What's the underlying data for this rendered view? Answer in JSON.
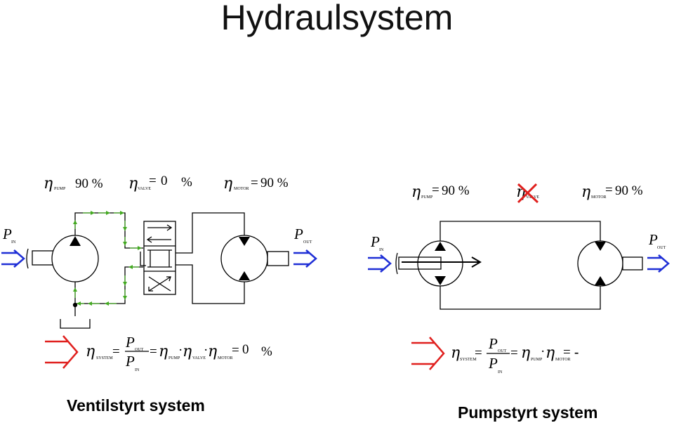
{
  "title": "Hydraulsystem",
  "captions": {
    "left": "Ventilstyrt system",
    "right": "Pumpstyrt system"
  },
  "eta_symbol": "η",
  "p_symbol": "P",
  "left": {
    "pump_sub": "PUMP",
    "pump_value": "90 %",
    "valve_sub": "VALVE",
    "valve_value": "0",
    "valve_percent": "%",
    "motor_sub": "MOTOR",
    "motor_value": "90 %",
    "p_in_sub": "IN",
    "p_out_sub": "OUT",
    "system_sub": "SYSTEM",
    "formula_out_sub": "OUT",
    "formula_in_sub": "IN",
    "formula_pump_sub": "PUMP",
    "formula_valve_sub": "VALVE",
    "formula_motor_sub": "MOTOR",
    "result_value": "0",
    "result_percent": "%"
  },
  "right": {
    "pump_sub": "PUMP",
    "pump_value": "90 %",
    "valve_sub": "VALVE",
    "motor_sub": "MOTOR",
    "motor_value": "90 %",
    "p_in_sub": "IN",
    "p_out_sub": "OUT",
    "system_sub": "SYSTEM",
    "formula_out_sub": "OUT",
    "formula_in_sub": "IN",
    "formula_pump_sub": "PUMP",
    "formula_motor_sub": "MOTOR",
    "result_value": "-"
  },
  "colors": {
    "input_arrow": "#1f2fd6",
    "output_arrow": "#e0201e",
    "flow_arrow": "#44aa22",
    "cross": "#e0201e"
  }
}
